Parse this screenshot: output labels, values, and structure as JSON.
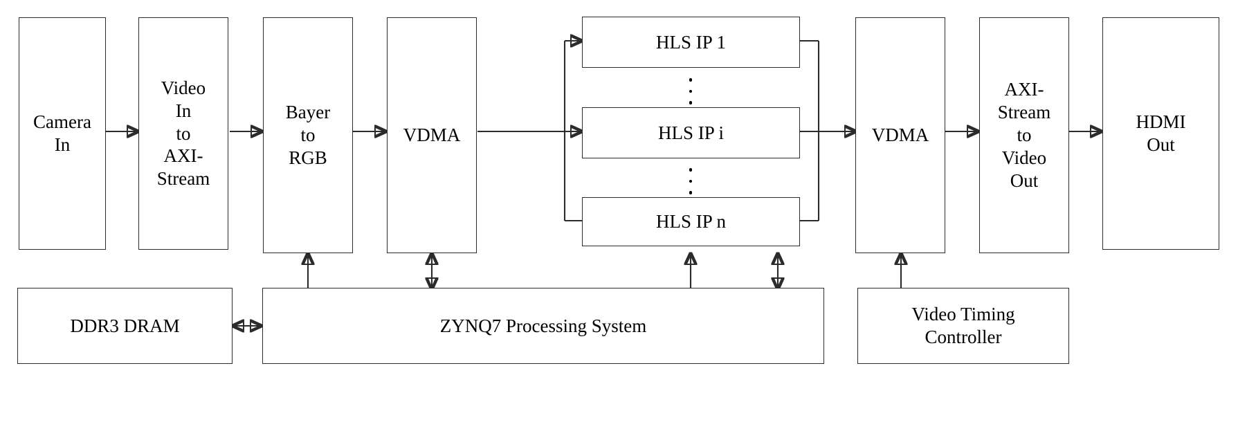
{
  "diagram": {
    "title": "FPGA Video Processing Pipeline Block Diagram",
    "stroke_color": "#2b2b2b",
    "background_color": "#ffffff"
  },
  "pipeline_blocks": [
    {
      "id": "camera-in",
      "label": "Camera\nIn"
    },
    {
      "id": "video-in-to-axi",
      "label": "Video\nIn\nto\nAXI-\nStream"
    },
    {
      "id": "bayer-to-rgb",
      "label": "Bayer\nto\nRGB"
    },
    {
      "id": "vdma-in",
      "label": "VDMA"
    },
    {
      "id": "hls-ip-1",
      "label": "HLS IP 1"
    },
    {
      "id": "hls-ip-i",
      "label": "HLS IP i"
    },
    {
      "id": "hls-ip-n",
      "label": "HLS IP n"
    },
    {
      "id": "vdma-out",
      "label": "VDMA"
    },
    {
      "id": "axi-stream-to-video",
      "label": "AXI-\nStream\nto\nVideo\nOut"
    },
    {
      "id": "hdmi-out",
      "label": "HDMI\nOut"
    }
  ],
  "support_blocks": [
    {
      "id": "ddr3-dram",
      "label": "DDR3 DRAM"
    },
    {
      "id": "zynq7-processing",
      "label": "ZYNQ7 Processing System"
    },
    {
      "id": "video-timing-controller",
      "label": "Video Timing\nController"
    }
  ],
  "ellipsis": [
    {
      "id": "ellipsis-upper",
      "glyph": "vertical-ellipsis"
    },
    {
      "id": "ellipsis-lower",
      "glyph": "vertical-ellipsis"
    }
  ],
  "connections": [
    {
      "from": "camera-in",
      "to": "video-in-to-axi",
      "type": "arrow-right"
    },
    {
      "from": "video-in-to-axi",
      "to": "bayer-to-rgb",
      "type": "arrow-right"
    },
    {
      "from": "bayer-to-rgb",
      "to": "vdma-in",
      "type": "arrow-right"
    },
    {
      "from": "vdma-in",
      "to": "hls-ip-bus",
      "type": "arrow-right-fanout"
    },
    {
      "from": "hls-ip-bus",
      "to": "hls-ip-1",
      "type": "arrow-right"
    },
    {
      "from": "hls-ip-bus",
      "to": "hls-ip-i",
      "type": "arrow-right"
    },
    {
      "from": "hls-ip-bus",
      "to": "hls-ip-n",
      "type": "arrow-right"
    },
    {
      "from": "hls-ip-fanin",
      "to": "vdma-out",
      "type": "arrow-right-fanin"
    },
    {
      "from": "vdma-out",
      "to": "axi-stream-to-video",
      "type": "arrow-right"
    },
    {
      "from": "axi-stream-to-video",
      "to": "hdmi-out",
      "type": "arrow-right"
    },
    {
      "from": "ddr3-dram",
      "to": "zynq7-processing",
      "type": "arrow-bidirectional"
    },
    {
      "from": "zynq7-processing",
      "to": "bayer-to-rgb",
      "type": "arrow-up"
    },
    {
      "from": "zynq7-processing",
      "to": "vdma-in",
      "type": "arrow-bidirectional-vertical"
    },
    {
      "from": "zynq7-processing",
      "to": "hls-ip-n",
      "type": "arrow-up"
    },
    {
      "from": "zynq7-processing",
      "to": "vdma-out",
      "type": "arrow-bidirectional-vertical"
    },
    {
      "from": "video-timing-controller",
      "to": "axi-stream-to-video",
      "type": "arrow-up"
    }
  ]
}
